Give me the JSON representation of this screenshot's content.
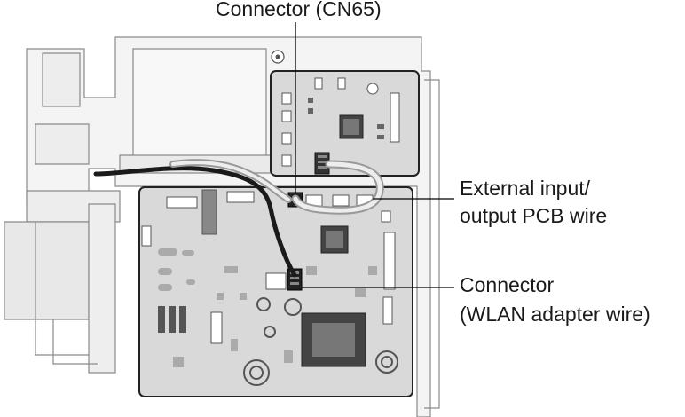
{
  "labels": {
    "top": "Connector (CN65)",
    "right_1_line1": "External input/",
    "right_1_line2": "output PCB wire",
    "right_2_line1": "Connector",
    "right_2_line2": "(WLAN adapter wire)"
  },
  "colors": {
    "board": "#d8d8d8",
    "outline": "#222222",
    "housing": "#f2f2f2",
    "wire": "#1a1a1a"
  }
}
